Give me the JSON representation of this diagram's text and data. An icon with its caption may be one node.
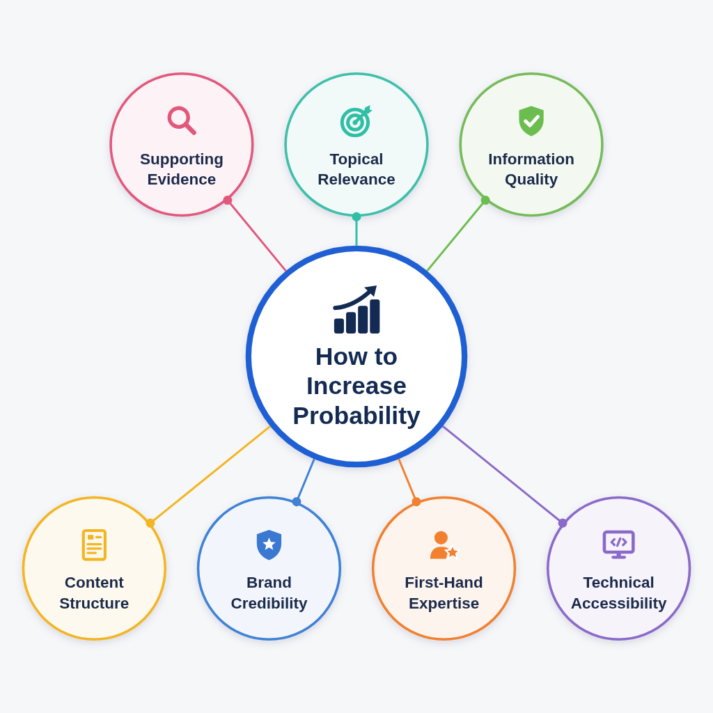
{
  "diagram": {
    "nodes": [
      {
        "text": [
          "How to Increase Probability"
        ]
      },
      {
        "text": [
          "Topical Relevance"
        ]
      },
      {
        "text": [
          "Information Quality"
        ]
      },
      {
        "text": [
          "Technical Accessibility"
        ]
      },
      {
        "text": [
          "First-Hand Expertise"
        ]
      },
      {
        "text": [
          "Brand Credibility"
        ]
      },
      {
        "text": [
          "Content Structure"
        ]
      },
      {
        "text": [
          "Supporting Evidence"
        ]
      }
    ],
    "edges": [
      {
        "from": 0,
        "to": 7,
        "arrow": "other",
        "color": "#e2587d"
      },
      {
        "from": 0,
        "to": 1,
        "arrow": "other",
        "color": "#2fbfa6"
      },
      {
        "from": 0,
        "to": 2,
        "arrow": "other",
        "color": "#6cbd4f"
      },
      {
        "from": 0,
        "to": 6,
        "arrow": "other",
        "color": "#f4b523"
      },
      {
        "from": 0,
        "to": 5,
        "arrow": "other",
        "color": "#3f82d6"
      },
      {
        "from": 0,
        "to": 4,
        "arrow": "other",
        "color": "#f2802f"
      },
      {
        "from": 0,
        "to": 3,
        "arrow": "other",
        "color": "#8b69c9"
      }
    ]
  }
}
